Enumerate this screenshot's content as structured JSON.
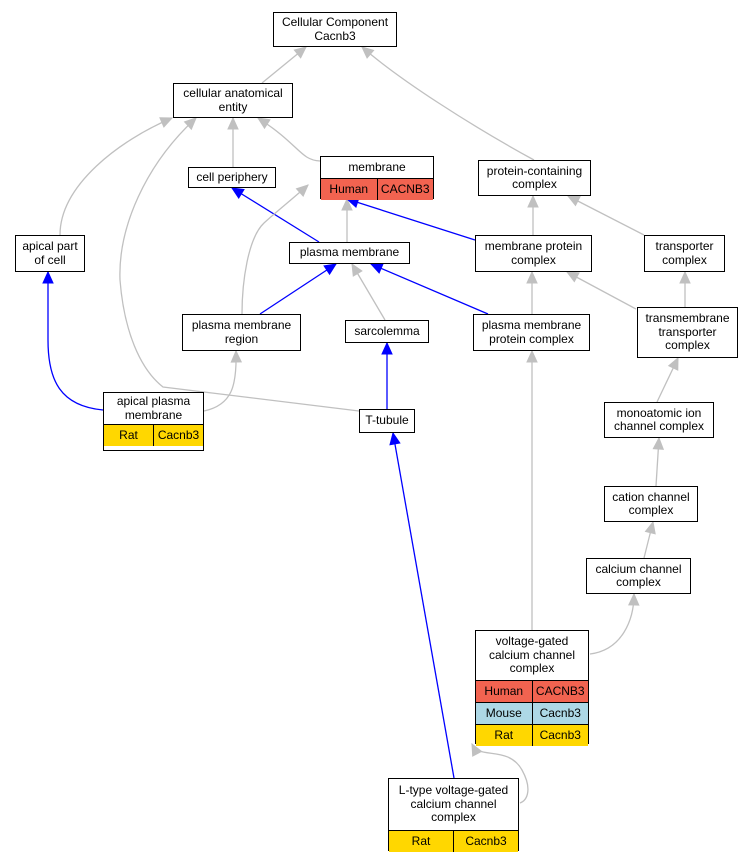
{
  "colors": {
    "regular_edge": "#c0c0c0",
    "highlight_edge": "#0000ff",
    "human": "#f26350",
    "mouse": "#add8e6",
    "rat": "#ffd700"
  },
  "nodes": {
    "root": {
      "label": "Cellular Component\nCacnb3"
    },
    "cae": {
      "label": "cellular anatomical\nentity"
    },
    "membrane": {
      "label": "membrane",
      "annotations": [
        {
          "species": "Human",
          "gene": "CACNB3"
        }
      ]
    },
    "pcc": {
      "label": "protein-containing\ncomplex"
    },
    "cellper": {
      "label": "cell periphery"
    },
    "apicalpart": {
      "label": "apical part\nof cell"
    },
    "pm": {
      "label": "plasma membrane"
    },
    "mpc": {
      "label": "membrane protein\ncomplex"
    },
    "tc": {
      "label": "transporter\ncomplex"
    },
    "pmr": {
      "label": "plasma membrane\nregion"
    },
    "sarco": {
      "label": "sarcolemma"
    },
    "pmpc": {
      "label": "plasma membrane\nprotein complex"
    },
    "ttc": {
      "label": "transmembrane\ntransporter\ncomplex"
    },
    "apm": {
      "label": "apical plasma\nmembrane",
      "annotations": [
        {
          "species": "Rat",
          "gene": "Cacnb3"
        }
      ]
    },
    "ttub": {
      "label": "T-tubule"
    },
    "mic": {
      "label": "monoatomic ion\nchannel complex"
    },
    "ccc": {
      "label": "cation channel\ncomplex"
    },
    "cach": {
      "label": "calcium channel\ncomplex"
    },
    "vgcc": {
      "label": "voltage-gated\ncalcium channel\ncomplex",
      "annotations": [
        {
          "species": "Human",
          "gene": "CACNB3"
        },
        {
          "species": "Mouse",
          "gene": "Cacnb3"
        },
        {
          "species": "Rat",
          "gene": "Cacnb3"
        }
      ]
    },
    "ltype": {
      "label": "L-type voltage-gated\ncalcium channel\ncomplex",
      "annotations": [
        {
          "species": "Rat",
          "gene": "Cacnb3"
        }
      ]
    }
  },
  "edges": [
    {
      "from": "cae",
      "to": "root",
      "type": "regular"
    },
    {
      "from": "pcc",
      "to": "root",
      "type": "regular"
    },
    {
      "from": "cellper",
      "to": "cae",
      "type": "regular"
    },
    {
      "from": "membrane",
      "to": "cae",
      "type": "regular"
    },
    {
      "from": "apicalpart",
      "to": "cae",
      "type": "regular"
    },
    {
      "from": "ttub",
      "to": "cae",
      "type": "regular"
    },
    {
      "from": "pm",
      "to": "membrane",
      "type": "regular"
    },
    {
      "from": "pm",
      "to": "cellper",
      "type": "highlight"
    },
    {
      "from": "mpc",
      "to": "membrane",
      "type": "highlight"
    },
    {
      "from": "mpc",
      "to": "pcc",
      "type": "regular"
    },
    {
      "from": "tc",
      "to": "pcc",
      "type": "regular"
    },
    {
      "from": "pmr",
      "to": "membrane",
      "type": "regular"
    },
    {
      "from": "pmr",
      "to": "pm",
      "type": "highlight"
    },
    {
      "from": "sarco",
      "to": "pm",
      "type": "regular"
    },
    {
      "from": "pmpc",
      "to": "pm",
      "type": "highlight"
    },
    {
      "from": "pmpc",
      "to": "mpc",
      "type": "regular"
    },
    {
      "from": "ttc",
      "to": "mpc",
      "type": "regular"
    },
    {
      "from": "ttc",
      "to": "tc",
      "type": "regular"
    },
    {
      "from": "apm",
      "to": "apicalpart",
      "type": "highlight"
    },
    {
      "from": "apm",
      "to": "pmr",
      "type": "regular"
    },
    {
      "from": "ttub",
      "to": "sarco",
      "type": "highlight"
    },
    {
      "from": "mic",
      "to": "ttc",
      "type": "regular"
    },
    {
      "from": "ccc",
      "to": "mic",
      "type": "regular"
    },
    {
      "from": "cach",
      "to": "ccc",
      "type": "regular"
    },
    {
      "from": "vgcc",
      "to": "cach",
      "type": "regular"
    },
    {
      "from": "vgcc",
      "to": "pmpc",
      "type": "regular"
    },
    {
      "from": "ltype",
      "to": "vgcc",
      "type": "regular"
    },
    {
      "from": "ltype",
      "to": "ttub",
      "type": "highlight"
    }
  ]
}
